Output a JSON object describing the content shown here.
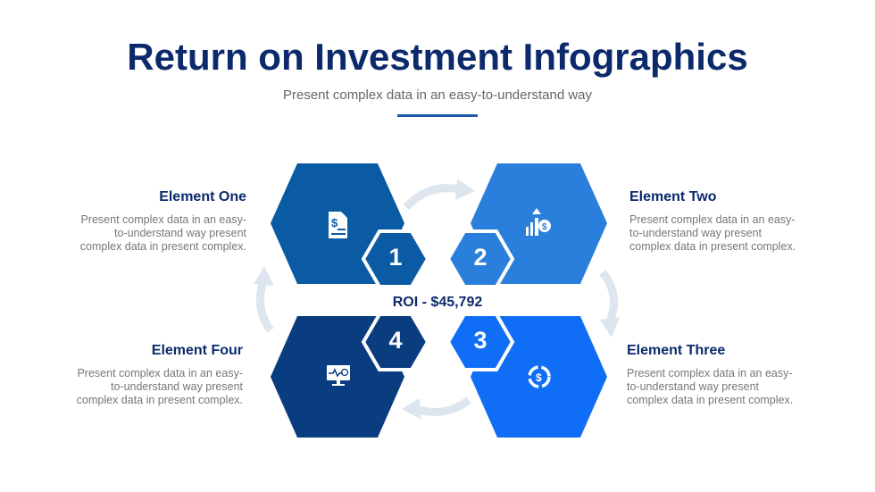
{
  "header": {
    "title": "Return on Investment Infographics",
    "subtitle": "Present complex data in an easy-to-understand way"
  },
  "roi": "ROI - $45,792",
  "elements": [
    {
      "title": "Element One",
      "number": "1",
      "icon": "invoice-dollar-icon",
      "color": "#0a5ba3",
      "lines": [
        "Present complex data in an easy-",
        "to-understand way present",
        "complex data in present complex."
      ]
    },
    {
      "title": "Element Two",
      "number": "2",
      "icon": "growth-dollar-icon",
      "color": "#2b7fdc",
      "lines": [
        "Present complex data in an easy-",
        "to-understand way present",
        "complex data in present complex."
      ]
    },
    {
      "title": "Element Three",
      "number": "3",
      "icon": "dollar-cycle-icon",
      "color": "#0f6ef5",
      "lines": [
        "Present complex data in an easy-",
        "to-understand way present",
        "complex data in present complex."
      ]
    },
    {
      "title": "Element Four",
      "number": "4",
      "icon": "monitor-check-icon",
      "color": "#0a3d7f",
      "lines": [
        "Present complex data in an easy-",
        "to-understand way present",
        "complex data in present complex."
      ]
    }
  ]
}
